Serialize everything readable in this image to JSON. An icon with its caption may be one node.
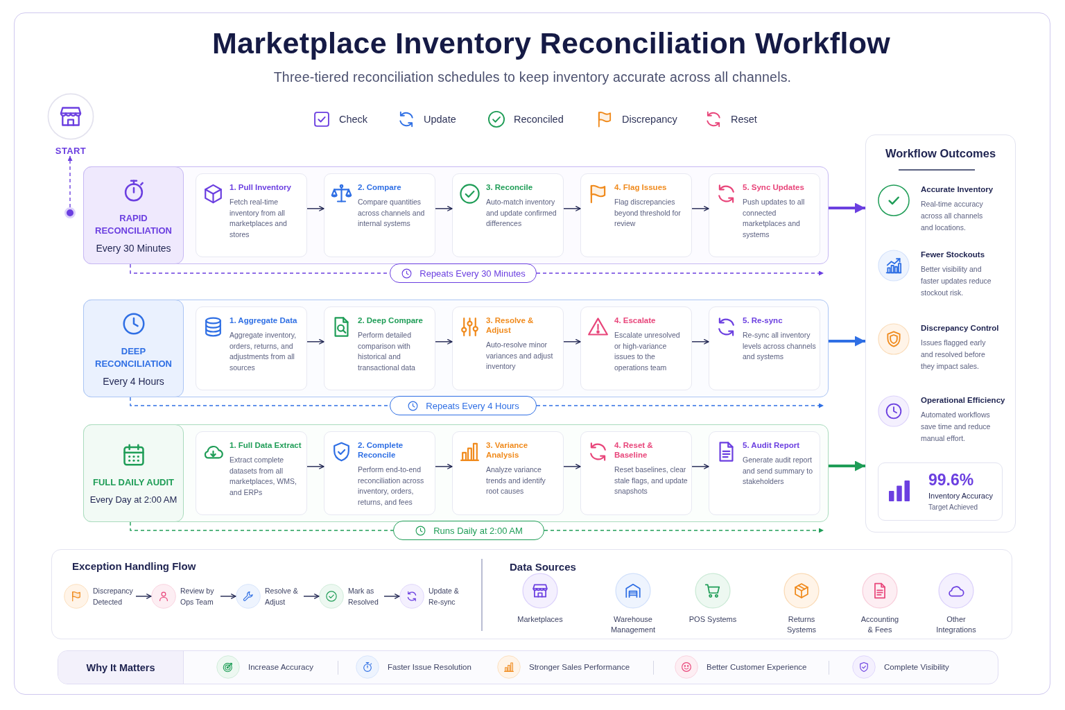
{
  "diagram": {
    "title": "Marketplace Inventory Reconciliation Workflow",
    "nodes": [
      {
        "text": [
          "START"
        ]
      },
      {
        "text": [],
        "shape": "circle"
      },
      {
        "text": [],
        "shape": "box"
      },
      {
        "text": [
          "RAPID RECONCILIATION",
          "Every 30 Minutes"
        ],
        "in": 2
      },
      {
        "text": [
          "1. Pull Inventory",
          "Fetch real-time inventory from all marketplaces and stores"
        ],
        "in": 2
      },
      {
        "text": [
          "2. Compare",
          "Compare quantities across channels and internal systems"
        ],
        "in": 2
      },
      {
        "text": [
          "3. Reconcile",
          "Auto-match inventory and update confirmed differences"
        ],
        "in": 2
      },
      {
        "text": [
          "4. Flag Issues",
          "Flag discrepancies beyond threshold for review"
        ],
        "in": 2
      },
      {
        "text": [
          "5. Sync Updates",
          "Push updates to all connected marketplaces and systems"
        ],
        "in": 2
      },
      {
        "text": [
          "Repeats Every 30 Minutes"
        ]
      },
      {
        "text": [],
        "shape": "box"
      },
      {
        "text": [
          "DEEP RECONCILIATION",
          "Every 4 Hours"
        ],
        "in": 10
      },
      {
        "text": [
          "1. Aggregate Data",
          "Aggregate inventory, orders, returns, and adjustments from all sources"
        ],
        "in": 10
      },
      {
        "text": [
          "2. Deep Compare",
          "Perform detailed comparison with historical and transactional data"
        ],
        "in": 10
      },
      {
        "text": [
          "3. Resolve & Adjust",
          "Auto-resolve minor variances and adjust inventory"
        ],
        "in": 10
      },
      {
        "text": [
          "4. Escalate",
          "Escalate unresolved or high-variance issues to the operations team"
        ],
        "in": 10
      },
      {
        "text": [
          "5. Re-sync",
          "Re-sync all inventory levels across channels and systems"
        ],
        "in": 10
      },
      {
        "text": [
          "Repeats Every 4 Hours"
        ]
      },
      {
        "text": [],
        "shape": "box"
      },
      {
        "text": [
          "FULL DAILY AUDIT",
          "Every Day at 2:00 AM"
        ],
        "in": 18
      },
      {
        "text": [
          "1. Full Data Extract",
          "Extract complete datasets from all marketplaces, WMS, and ERPs"
        ],
        "in": 18
      },
      {
        "text": [
          "2. Complete Reconcile",
          "Perform end-to-end reconciliation across inventory, orders, returns, and fees"
        ],
        "in": 18
      },
      {
        "text": [
          "3. Variance Analysis",
          "Analyze variance trends and identify root causes"
        ],
        "in": 18
      },
      {
        "text": [
          "4. Reset & Baseline",
          "Reset baselines, clear stale flags, and update snapshots"
        ],
        "in": 18
      },
      {
        "text": [
          "5. Audit Report",
          "Generate audit report and send summary to stakeholders"
        ],
        "in": 18
      },
      {
        "text": [
          "Runs Daily at 2:00 AM"
        ]
      },
      {
        "text": [
          "Workflow Outcomes"
        ]
      },
      {
        "text": [
          "Accurate Inventory",
          "Real-time accuracy across all channels and locations."
        ],
        "in": 26
      },
      {
        "text": [
          "Fewer Stockouts",
          "Better visibility and faster updates reduce stockout risk."
        ],
        "in": 26
      },
      {
        "text": [
          "Discrepancy Control",
          "Issues flagged early and resolved before they impact sales."
        ],
        "in": 26
      },
      {
        "text": [
          "Operational Efficiency",
          "Automated workflows save time and reduce manual effort."
        ],
        "in": 26
      },
      {
        "text": [
          "99.6%",
          "Inventory Accuracy",
          "Target Achieved"
        ],
        "in": 26
      },
      {
        "text": [
          "Exception Handling Flow",
          "Data Sources"
        ]
      },
      {
        "text": [
          "Discrepancy Detected"
        ],
        "in": 32
      },
      {
        "text": [
          "Review by Ops Team"
        ],
        "in": 32
      },
      {
        "text": [
          "Resolve & Adjust"
        ],
        "in": 32
      },
      {
        "text": [
          "Mark as Resolved"
        ],
        "in": 32
      },
      {
        "text": [
          "Update & Re-sync"
        ],
        "in": 32
      },
      {
        "text": [
          "Marketplaces"
        ],
        "in": 32
      },
      {
        "text": [
          "Warehouse Management"
        ],
        "in": 32
      },
      {
        "text": [
          "POS Systems"
        ],
        "in": 32
      },
      {
        "text": [
          "Returns Systems"
        ],
        "in": 32
      },
      {
        "text": [
          "Accounting & Fees"
        ],
        "in": 32
      },
      {
        "text": [
          "Other Integrations"
        ],
        "in": 32
      },
      {
        "text": [
          "Why It Matters"
        ]
      },
      {
        "text": [
          "Increase Accuracy"
        ],
        "in": 44
      },
      {
        "text": [
          "Faster Issue Resolution"
        ],
        "in": 44
      },
      {
        "text": [
          "Stronger Sales Performance"
        ],
        "in": 44
      },
      {
        "text": [
          "Better Customer Experience"
        ],
        "in": 44
      },
      {
        "text": [
          "Complete Visibility"
        ],
        "in": 44
      }
    ],
    "edges": [
      {
        "from": 1,
        "to": 0,
        "arrow": "to",
        "style": "dashed",
        "color": "#6b3fe0"
      },
      {
        "from": 4,
        "to": 5,
        "arrow": "to"
      },
      {
        "from": 5,
        "to": 6,
        "arrow": "to"
      },
      {
        "from": 6,
        "to": 7,
        "arrow": "to"
      },
      {
        "from": 7,
        "to": 8,
        "arrow": "to"
      },
      {
        "from": 3,
        "to": 9,
        "arrow": "none",
        "style": "dashed",
        "color": "#6b3fe0"
      },
      {
        "from": 9,
        "to": 2,
        "arrow": "to",
        "style": "dashed",
        "color": "#6b3fe0"
      },
      {
        "from": 2,
        "to": 26,
        "arrow": "to",
        "style": "thick",
        "color": "#6b3fe0"
      },
      {
        "from": 12,
        "to": 13,
        "arrow": "to"
      },
      {
        "from": 13,
        "to": 14,
        "arrow": "to"
      },
      {
        "from": 14,
        "to": 15,
        "arrow": "to"
      },
      {
        "from": 15,
        "to": 16,
        "arrow": "to"
      },
      {
        "from": 11,
        "to": 17,
        "arrow": "none",
        "style": "dashed",
        "color": "#2f6fe4"
      },
      {
        "from": 17,
        "to": 16,
        "arrow": "to",
        "style": "dashed",
        "color": "#2f6fe4"
      },
      {
        "from": 10,
        "to": 26,
        "arrow": "to",
        "style": "thick",
        "color": "#2f6fe4"
      },
      {
        "from": 20,
        "to": 21,
        "arrow": "to"
      },
      {
        "from": 21,
        "to": 22,
        "arrow": "to"
      },
      {
        "from": 22,
        "to": 23,
        "arrow": "to"
      },
      {
        "from": 23,
        "to": 24,
        "arrow": "to"
      },
      {
        "from": 19,
        "to": 25,
        "arrow": "none",
        "style": "dashed",
        "color": "#1f9d57"
      },
      {
        "from": 25,
        "to": 24,
        "arrow": "to",
        "style": "dashed",
        "color": "#1f9d57"
      },
      {
        "from": 18,
        "to": 26,
        "arrow": "to",
        "style": "thick",
        "color": "#1f9d57"
      },
      {
        "from": 33,
        "to": 34,
        "arrow": "to"
      },
      {
        "from": 34,
        "to": 35,
        "arrow": "to"
      },
      {
        "from": 35,
        "to": 36,
        "arrow": "to"
      },
      {
        "from": 36,
        "to": 37,
        "arrow": "to"
      }
    ],
    "labels": [
      "Three-tiered reconciliation schedules to keep inventory accurate across all channels."
    ],
    "legend": [
      {
        "text": "Check"
      },
      {
        "text": "Update"
      },
      {
        "text": "Reconciled"
      },
      {
        "text": "Discrepancy"
      },
      {
        "text": "Reset"
      }
    ]
  }
}
